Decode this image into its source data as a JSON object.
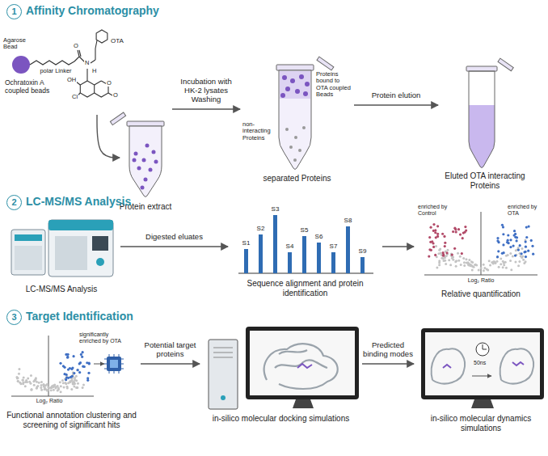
{
  "diagram": {
    "nodes": [
      {
        "text": [
          "1",
          "Affinity Chromatography"
        ]
      },
      {
        "text": [
          "Ochratoxin A coupled beads"
        ]
      },
      {
        "text": [
          "Protein extract"
        ]
      },
      {
        "text": [
          "Proteins bound to OTA coupled Beads",
          "non-interacting Proteins",
          "separated Proteins"
        ]
      },
      {
        "text": [
          "Eluted OTA interacting Proteins"
        ]
      },
      {
        "text": [
          "2",
          "LC-MS/MS Analysis"
        ]
      },
      {
        "text": [
          "LC-MS/MS Analysis"
        ]
      },
      {
        "text": [
          "Sequence alignment and protein identification"
        ]
      },
      {
        "text": [
          "Relative quantification"
        ]
      },
      {
        "text": [
          "3",
          "Target Identification"
        ]
      },
      {
        "text": [
          "Functional annotation clustering and screening of significant hits"
        ]
      },
      {
        "text": [
          "in-silico molecular docking simulations"
        ]
      },
      {
        "text": [
          "in-silico molecular dynamics simulations"
        ]
      }
    ],
    "edges": [
      {
        "from": 1,
        "to": 2,
        "arrow": "to"
      },
      {
        "from": 2,
        "to": 3,
        "label": "Incubation with HK-2 lysates Washing",
        "arrow": "to"
      },
      {
        "from": 3,
        "to": 4,
        "label": "Protein elution",
        "arrow": "to"
      },
      {
        "from": 6,
        "to": 7,
        "label": "Digested eluates",
        "arrow": "to"
      },
      {
        "from": 7,
        "to": 8,
        "arrow": "to"
      },
      {
        "from": 10,
        "to": 11,
        "label": "Potential target proteins",
        "arrow": "to"
      },
      {
        "from": 11,
        "to": 12,
        "label": "Predicted binding modes",
        "arrow": "to"
      }
    ],
    "labels": [
      "Agarose Bead",
      "polar Linker",
      "OTA",
      "O",
      "N",
      "H",
      "OH",
      "O",
      "O",
      "Cl",
      "S1",
      "S2",
      "S3",
      "S4",
      "S5",
      "S6",
      "S7",
      "S8",
      "S9",
      "enriched by Control",
      "enriched by OTA",
      "Log₂ Ratio",
      "significantly enriched by OTA",
      "Log₂ Ratio",
      "50ns"
    ]
  }
}
